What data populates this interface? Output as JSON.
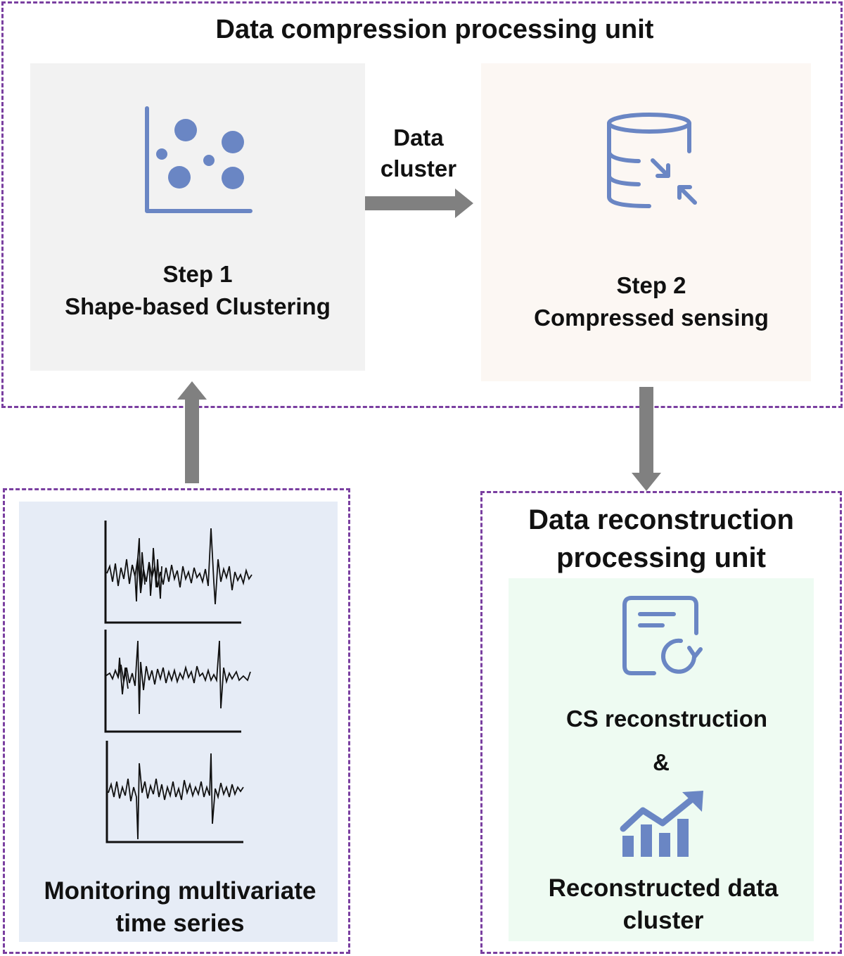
{
  "compression_unit": {
    "title": "Data compression processing unit",
    "step1": {
      "line1": "Step 1",
      "line2": "Shape-based Clustering"
    },
    "arrow_label": {
      "line1": "Data",
      "line2": "cluster"
    },
    "step2": {
      "line1": "Step 2",
      "line2": "Compressed sensing"
    }
  },
  "input_unit": {
    "label_line1": "Monitoring multivariate",
    "label_line2": "time series"
  },
  "reconstruction_unit": {
    "title_line1": "Data reconstruction",
    "title_line2": "processing unit",
    "cs_label": "CS reconstruction",
    "ampersand": "&",
    "result_line1": "Reconstructed data",
    "result_line2": "cluster"
  },
  "colors": {
    "dashed_border": "#7a3fa0",
    "icon_blue": "#6a86c4",
    "arrow_gray": "#808080",
    "step1_bg": "#f2f2f2",
    "step2_bg": "#fcf7f3",
    "timeseries_bg": "#e6ecf6",
    "recon_bg": "#eefbf2"
  },
  "icons": [
    "scatter-plot-icon",
    "database-compress-icon",
    "document-refresh-icon",
    "bar-chart-trend-icon"
  ]
}
